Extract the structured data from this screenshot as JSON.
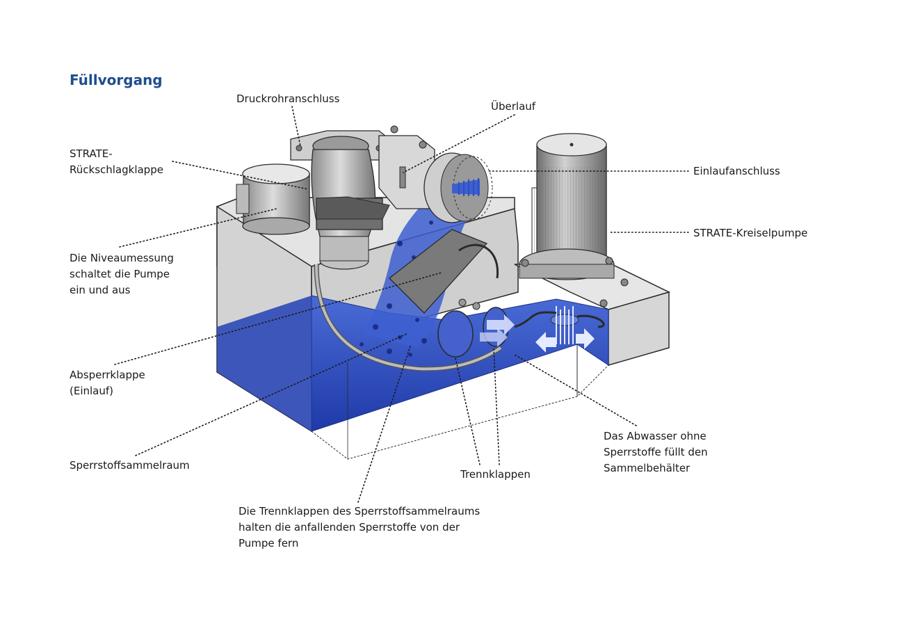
{
  "title": "Füllvorgang",
  "labels": {
    "druckrohr": "Druckrohranschluss",
    "ueberlauf": "Überlauf",
    "strate_rsk": [
      "STRATE-",
      "Rückschlagklappe"
    ],
    "einlauf": "Einlaufanschluss",
    "kreiselpumpe": "STRATE-Kreiselpumpe",
    "niveau": [
      "Die Niveaumessung",
      "schaltet die Pumpe",
      "ein und aus"
    ],
    "absperr": [
      "Absperrklappe",
      "(Einlauf)"
    ],
    "sammelraum": "Sperrstoffsammelraum",
    "abwasser": [
      "Das Abwasser ohne",
      "Sperrstoffe füllt den",
      "Sammelbehälter"
    ],
    "trennklappen": "Trennklappen",
    "trenn_info": [
      "Die Trennklappen des Sperrstoffsammelraums",
      "halten die anfallenden Sperrstoffe von der",
      "Pumpe fern"
    ]
  },
  "colors": {
    "title": "#1f4e8c",
    "water": "#2f4fbf",
    "water_light": "#6b86e0",
    "housing": "#d8d8d8",
    "housing_dark": "#9c9c9c",
    "outline": "#2a2a2a"
  }
}
